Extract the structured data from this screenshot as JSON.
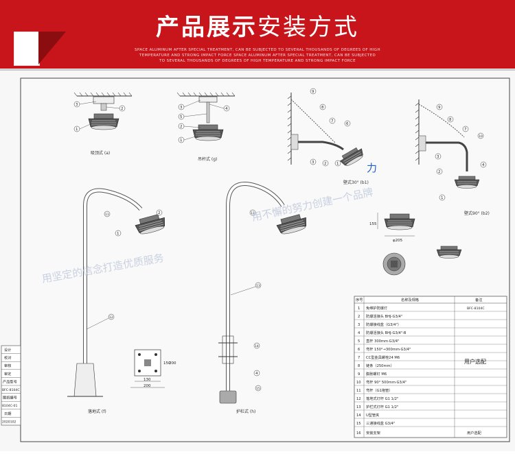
{
  "header": {
    "title_bold": "产品展示",
    "title_light": "安装方式",
    "subline_1": "SPACE ALUMINUM AFTER SPECIAL TREATMENT, CAN BE SUBJECTED TO SEVERAL THOUSANDS OF DEGREES OF HIGH",
    "subline_2": "TEMPERATURE AND STRONG IMPACT FORCE SPACE ALUMINUM AFTER SPECIAL TREATMENT, CAN BE SUBJECTED",
    "subline_3": "TO SEVERAL THOUSANDS OF DEGREES OF HIGH TEMPERATURE AND STRONG IMPACT FORCE",
    "brand_color": "#c8151b"
  },
  "drawing": {
    "labels": {
      "ceiling": "吸顶式 (a)",
      "pendant": "吊杆式 (g)",
      "wall30": "壁式30° (b1)",
      "wall90": "壁式90° (b2)",
      "floor": "落地式 (f)",
      "guardrail": "护栏式 (h)"
    },
    "dims": {
      "height": "155",
      "diameter": "φ205",
      "base_130": "130",
      "base_200": "200",
      "base_150": "150",
      "base_200v": "200"
    },
    "watermark_1": "用坚定的信念打造优质服务",
    "watermark_2": "用不懈的努力创建一个品牌",
    "watermark_highlight": "力"
  },
  "left_title_block": {
    "rows": [
      "设计",
      "校对",
      "审核",
      "审定",
      "产品型号",
      "BFC-8104C",
      "图纸编号",
      "8104C-01",
      "日期",
      "2020102"
    ]
  },
  "parts_table": {
    "header": {
      "no": "序号",
      "name": "名称及规格",
      "remark": "备注"
    },
    "remark_model": "BFC-8104C",
    "remark_user": "用户选配",
    "rows": [
      {
        "no": "1",
        "name": "免维护防爆灯"
      },
      {
        "no": "2",
        "name": "防爆活接头 BHJ-G3/4\""
      },
      {
        "no": "3",
        "name": "防爆接线盒（G3/4\"）"
      },
      {
        "no": "4",
        "name": "防爆活接头 BHJ-G3/4\"-B"
      },
      {
        "no": "5",
        "name": "直杆 300mm·G3/4\""
      },
      {
        "no": "6",
        "name": "弯杆 150°→300mm·G3/4\""
      },
      {
        "no": "7",
        "name": "CC型金具螺栓24 M6"
      },
      {
        "no": "8",
        "name": "链条（250mm）"
      },
      {
        "no": "9",
        "name": "膨胀螺钉 M6"
      },
      {
        "no": "10",
        "name": "弯杆 90° 500mm·G3/4\""
      },
      {
        "no": "11",
        "name": "弯杆（G1抱管）"
      },
      {
        "no": "12",
        "name": "落地式灯杆 G1 1/2\""
      },
      {
        "no": "13",
        "name": "护栏式灯杆 G1 1/2\""
      },
      {
        "no": "14",
        "name": "U型管夹"
      },
      {
        "no": "15",
        "name": "三通接线盒 G3/4\""
      },
      {
        "no": "16",
        "name": "安装支架"
      }
    ]
  }
}
